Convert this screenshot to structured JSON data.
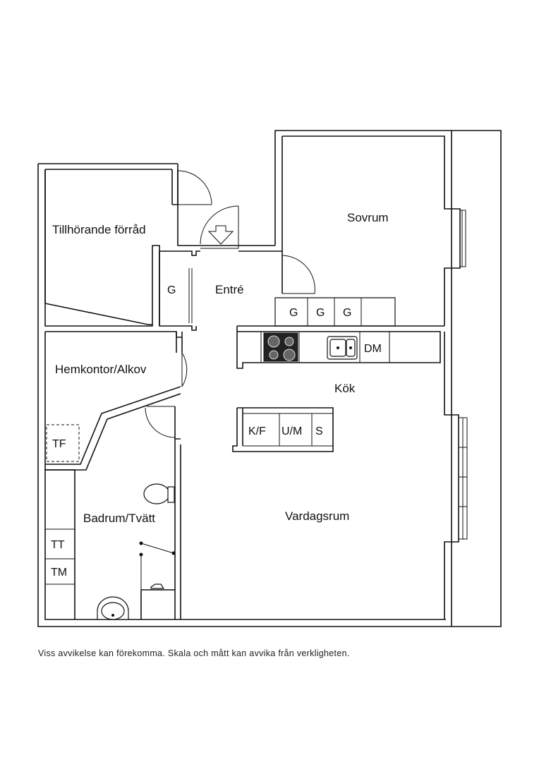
{
  "rooms": {
    "storage": "Tillhörande förråd",
    "bedroom": "Sovrum",
    "entrance": "Entré",
    "office": "Hemkontor/Alkov",
    "kitchen": "Kök",
    "living": "Vardagsrum",
    "bathroom": "Badrum/Tvätt"
  },
  "fixtures": {
    "wardrobe": "G",
    "dishwasher": "DM",
    "fridge_freezer": "K/F",
    "oven_microwave": "U/M",
    "cabinet": "S",
    "drying_cabinet": "TF",
    "dryer": "TT",
    "washer": "TM"
  },
  "disclaimer": "Viss avvikelse kan förekomma. Skala och mått kan avvika från verkligheten."
}
